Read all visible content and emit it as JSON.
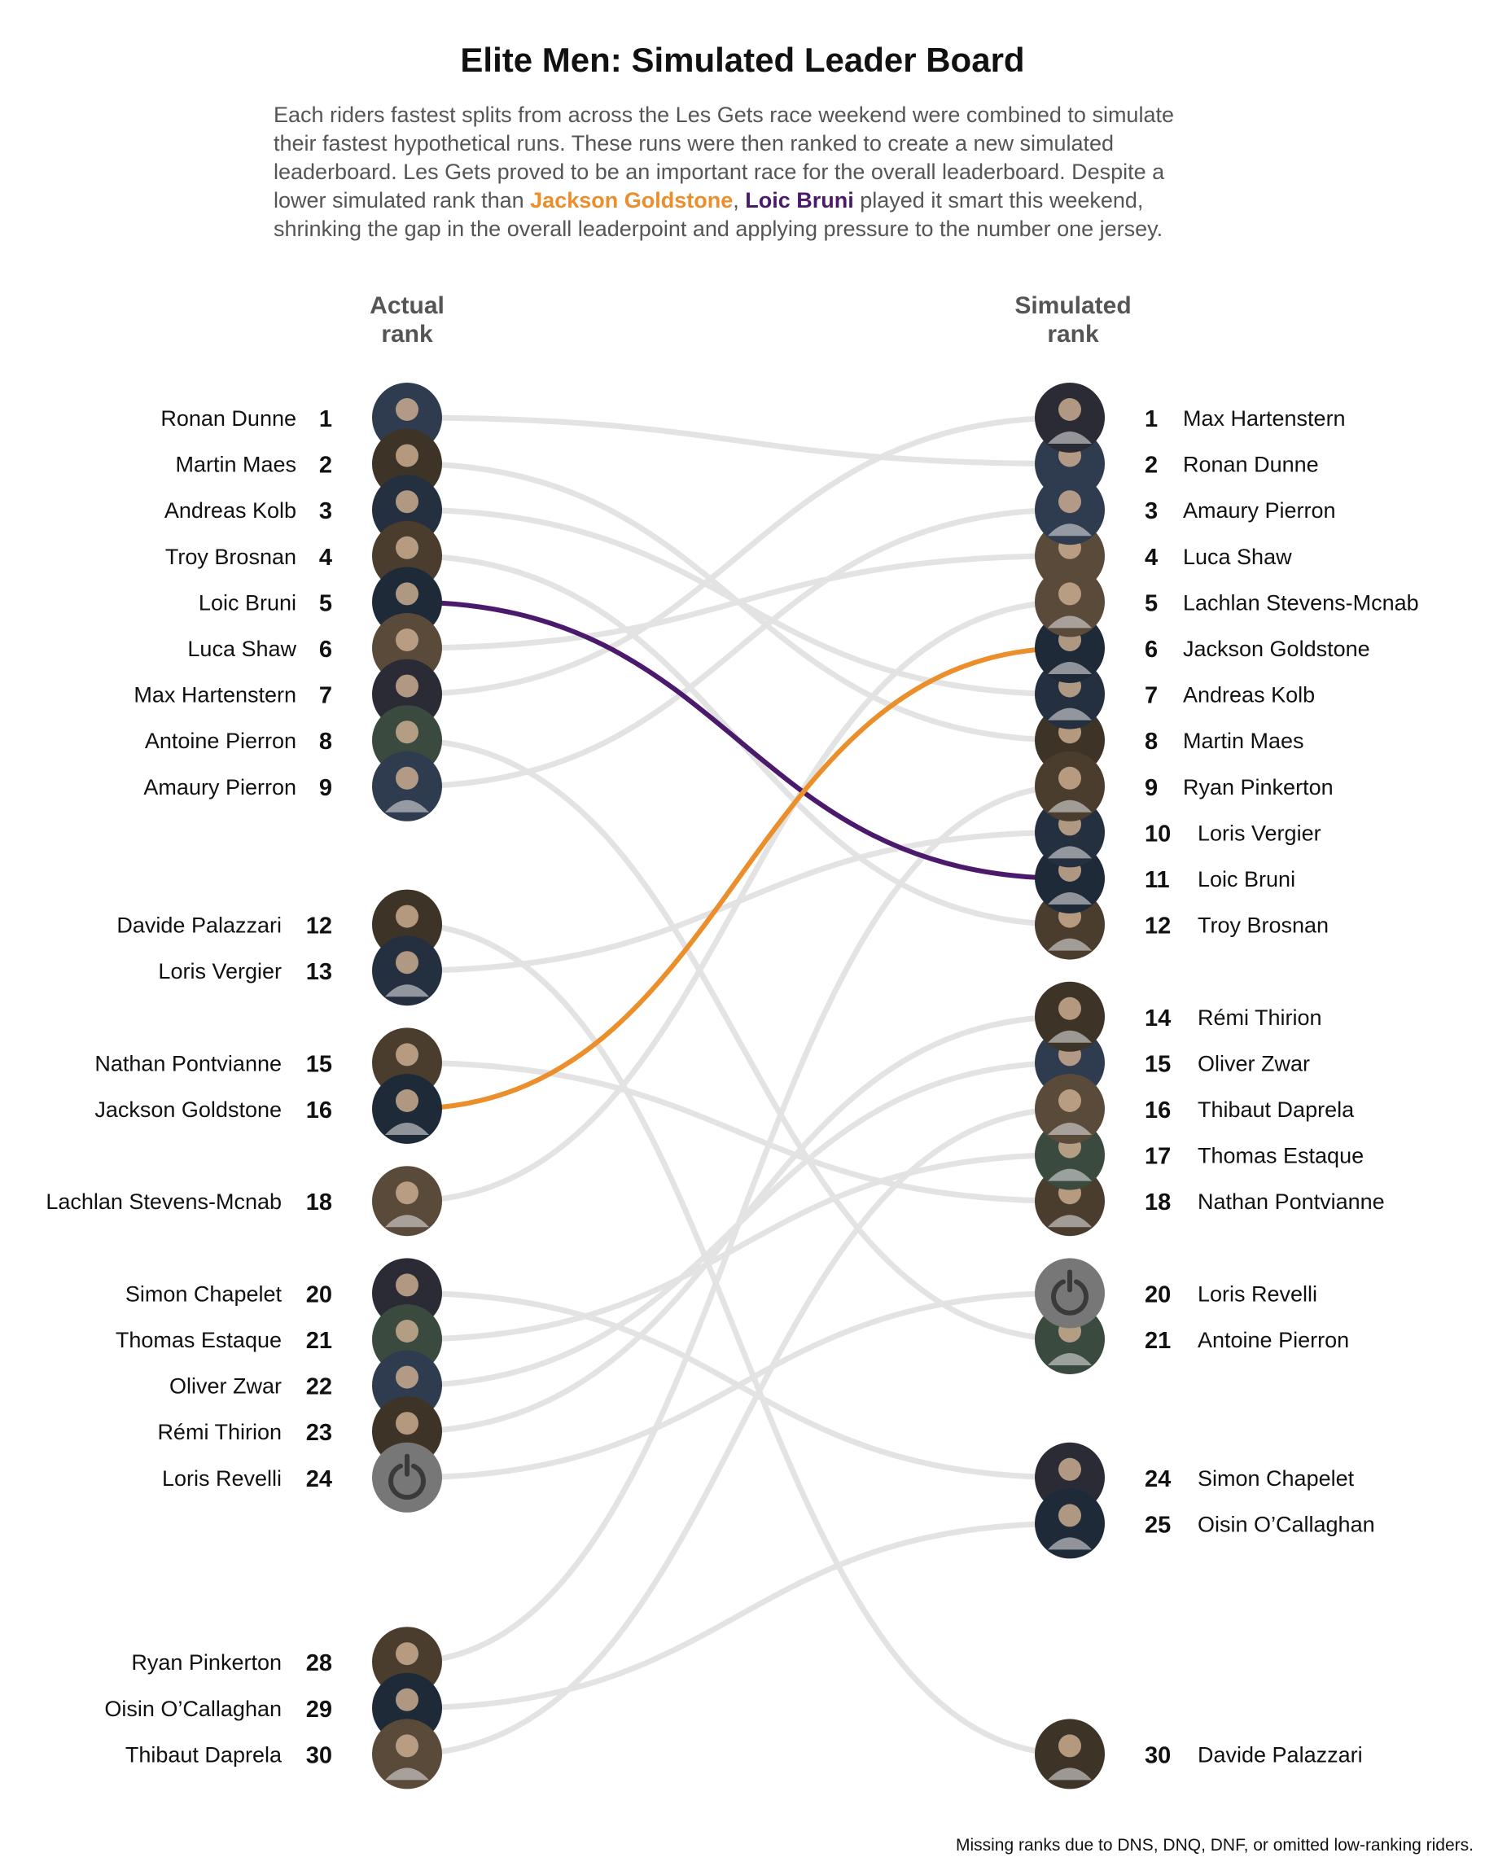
{
  "title": "Elite Men: Simulated Leader Board",
  "subtitle": {
    "part1": "Each riders fastest splits from across the Les Gets race weekend were combined to simulate their fastest hypothetical runs. These runs were then ranked to create a new simulated leaderboard. Les Gets proved to be an important race for the overall leaderboard. Despite a lower simulated rank than ",
    "highlight1": "Jackson Goldstone",
    "sep": ", ",
    "highlight2": "Loic Bruni",
    "part2": " played it smart this weekend, shrinking the gap in the overall leaderpoint and applying pressure to the number one jersey."
  },
  "headers": {
    "actual": "Actual\n rank",
    "simulated": "Simulated\n rank"
  },
  "footnote": "Missing ranks due to DNS, DNQ, DNF, or omitted low-ranking riders.",
  "colors": {
    "highlight_orange": "#ea8f2b",
    "highlight_purple": "#4b1a6c",
    "line_grey": "#e3e3e3"
  },
  "chart_data": {
    "type": "bump",
    "x_categories": [
      "Actual rank",
      "Simulated rank"
    ],
    "highlighted": {
      "Jackson Goldstone": "#ea8f2b",
      "Loic Bruni": "#4b1a6c"
    },
    "riders": [
      {
        "name": "Ronan Dunne",
        "actual": 1,
        "simulated": 2
      },
      {
        "name": "Martin Maes",
        "actual": 2,
        "simulated": 8
      },
      {
        "name": "Andreas Kolb",
        "actual": 3,
        "simulated": 7
      },
      {
        "name": "Troy Brosnan",
        "actual": 4,
        "simulated": 12
      },
      {
        "name": "Loic Bruni",
        "actual": 5,
        "simulated": 11
      },
      {
        "name": "Luca Shaw",
        "actual": 6,
        "simulated": 4
      },
      {
        "name": "Max Hartenstern",
        "actual": 7,
        "simulated": 1
      },
      {
        "name": "Antoine Pierron",
        "actual": 8,
        "simulated": 21
      },
      {
        "name": "Amaury Pierron",
        "actual": 9,
        "simulated": 3
      },
      {
        "name": "Davide Palazzari",
        "actual": 12,
        "simulated": 30
      },
      {
        "name": "Loris Vergier",
        "actual": 13,
        "simulated": 10
      },
      {
        "name": "Nathan Pontvianne",
        "actual": 15,
        "simulated": 18
      },
      {
        "name": "Jackson Goldstone",
        "actual": 16,
        "simulated": 6
      },
      {
        "name": "Lachlan Stevens-Mcnab",
        "actual": 18,
        "simulated": 5
      },
      {
        "name": "Simon Chapelet",
        "actual": 20,
        "simulated": 24
      },
      {
        "name": "Thomas Estaque",
        "actual": 21,
        "simulated": 17
      },
      {
        "name": "Oliver Zwar",
        "actual": 22,
        "simulated": 15
      },
      {
        "name": "Rémi Thirion",
        "actual": 23,
        "simulated": 14
      },
      {
        "name": "Loris Revelli",
        "actual": 24,
        "simulated": 20
      },
      {
        "name": "Ryan Pinkerton",
        "actual": 28,
        "simulated": 9
      },
      {
        "name": "Oisin O’Callaghan",
        "actual": 29,
        "simulated": 25
      },
      {
        "name": "Thibaut Daprela",
        "actual": 30,
        "simulated": 16
      }
    ]
  }
}
